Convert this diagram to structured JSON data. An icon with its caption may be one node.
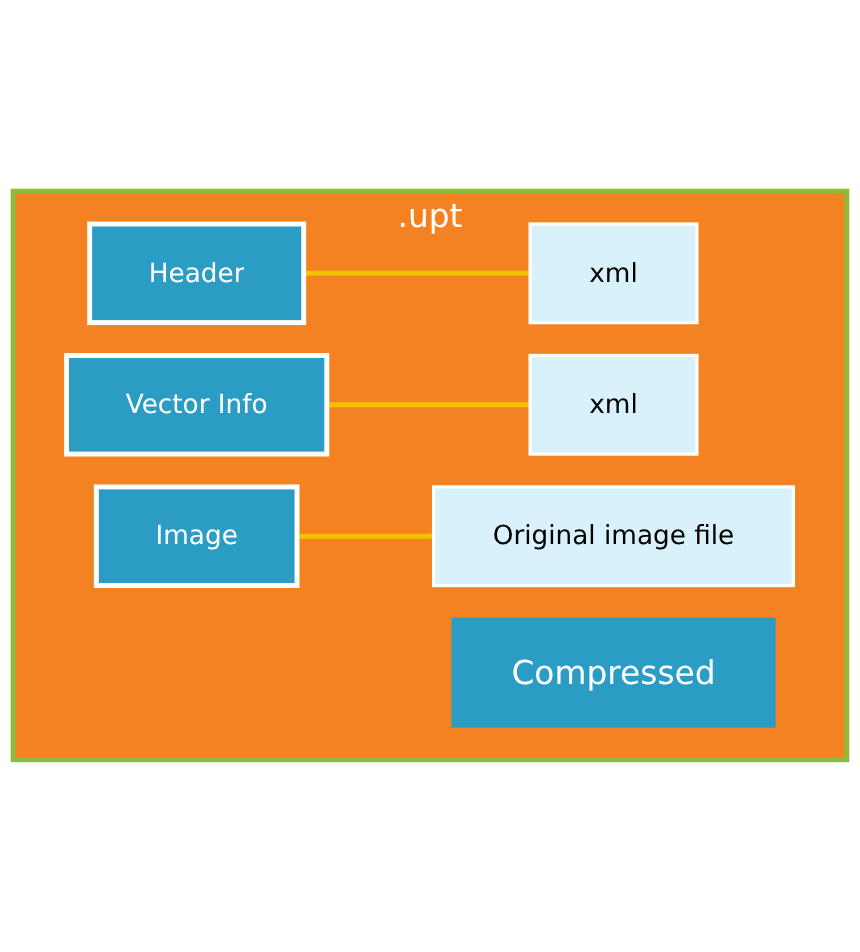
{
  "diagram": {
    "nodes": [
      {
        "text": [
          ".upt"
        ]
      },
      {
        "text": [
          "Header"
        ],
        "in": 0
      },
      {
        "text": [
          "xml"
        ],
        "in": 0
      },
      {
        "text": [
          "Vector Info"
        ],
        "in": 0
      },
      {
        "text": [
          "xml"
        ],
        "in": 0
      },
      {
        "text": [
          "Image"
        ],
        "in": 0
      },
      {
        "text": [
          "Original image file"
        ],
        "in": 0
      },
      {
        "text": [
          "Compressed"
        ],
        "in": 0
      }
    ],
    "edges": [
      {
        "from": 1,
        "to": 2,
        "arrow": "none"
      },
      {
        "from": 3,
        "to": 4,
        "arrow": "none"
      },
      {
        "from": 5,
        "to": 6,
        "arrow": "none"
      }
    ]
  }
}
